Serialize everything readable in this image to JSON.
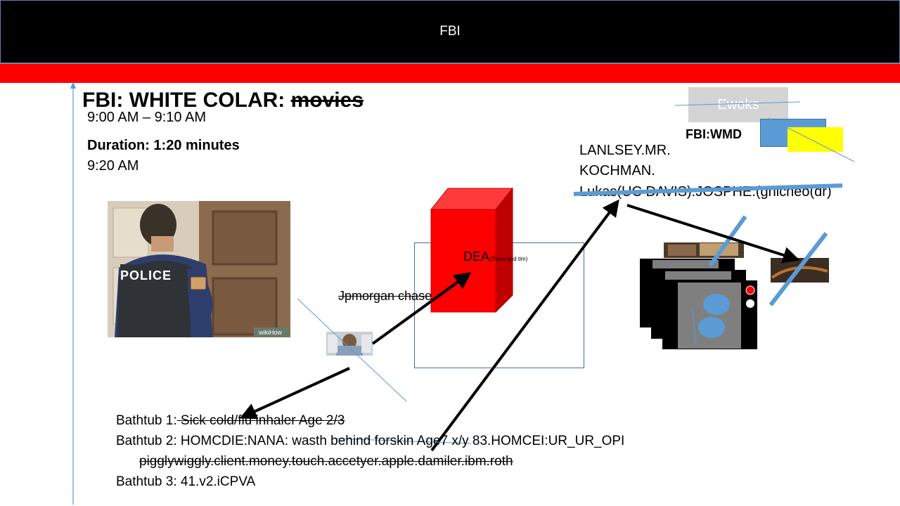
{
  "header": {
    "title": "FBI"
  },
  "slide": {
    "title_main": "FBI: WHITE COLAR: ",
    "title_struck": "movies",
    "time_range": "9:00 AM – 9:10 AM",
    "duration": "Duration: 1:20 minutes",
    "time_end": "9:20 AM"
  },
  "right_panel": {
    "ewoks": "Ewoks",
    "fbi_wmd": "FBI:WMD",
    "name_line1": "LANLSEY.MR.",
    "name_line2": "KOCHMAN.",
    "name_line3": "Lukas(UC DAVIS).JOSPHE.(gnicheo(dr)"
  },
  "center": {
    "dea": "DEA",
    "dea_sub": "(Stevo and tim)",
    "jpmorgan": "Jpmorgan chase"
  },
  "bathtubs": {
    "b1_label": "Bathtub 1:",
    "b1_struck": " Sick cold/flu inhaler Age 2/3",
    "b2_text": "Bathtub 2: HOMCDIE:NANA: wasth behind forskin Age7  x/y 83.HOMCEI:UR_UR_OPI",
    "b2_line2": "pigglywiggly.client.money.touch.accetyer.apple.damiler.ibm.roth",
    "b3_text": "Bathtub 3: 41.v2.iCPVA"
  },
  "images": {
    "police_patch": "POLICE",
    "wikihow": "wikiHow"
  },
  "colors": {
    "header_bg": "#000000",
    "strip": "#ff0000",
    "dea_box": "#ff0000",
    "accent_blue": "#5b9bd5",
    "yellow": "#ffff00"
  }
}
